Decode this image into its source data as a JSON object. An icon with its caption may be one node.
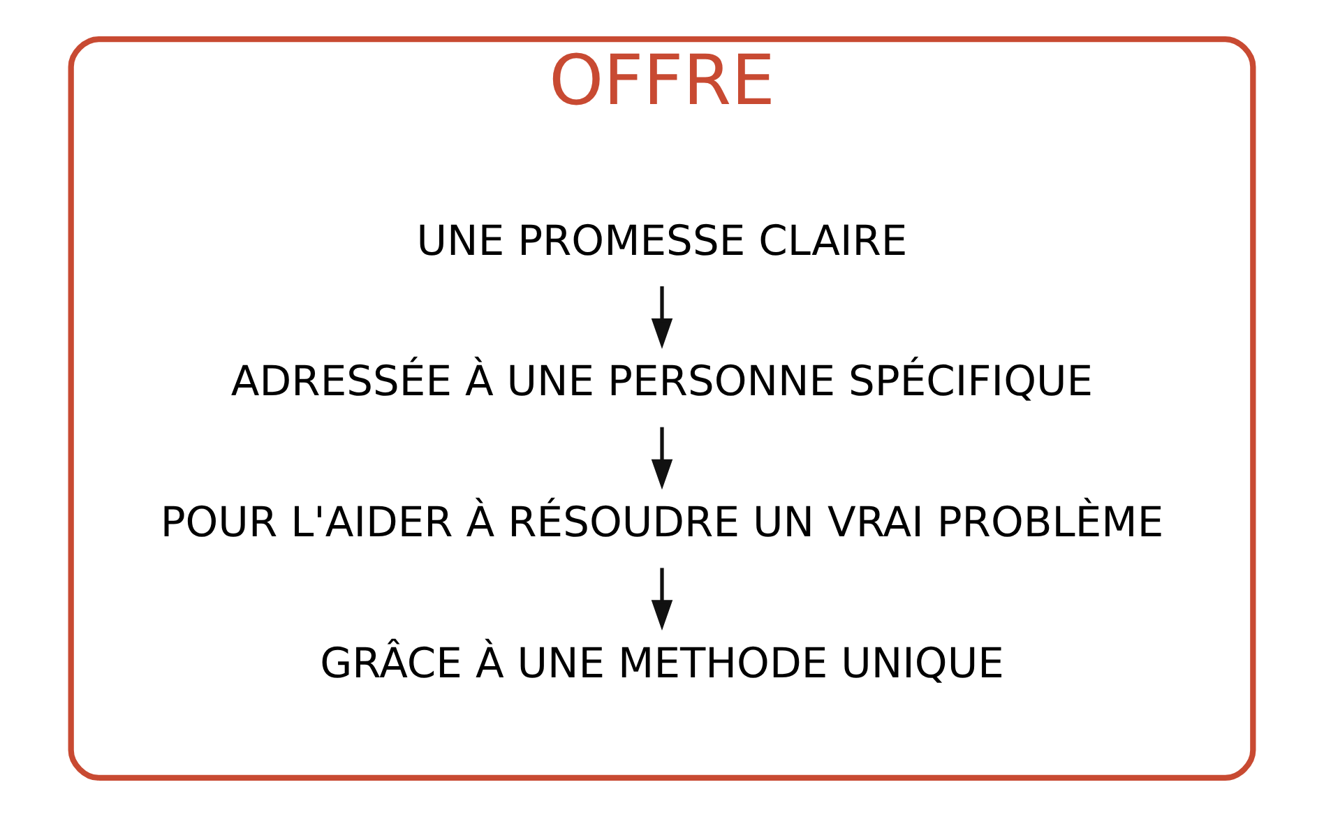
{
  "diagram": {
    "nodes": [
      {
        "text": [
          "OFFRE"
        ]
      },
      {
        "text": [
          "UNE PROMESSE CLAIRE"
        ],
        "in": 0
      },
      {
        "text": [
          "ADRESSÉE À UNE PERSONNE SPÉCIFIQUE"
        ],
        "in": 0
      },
      {
        "text": [
          "POUR L'AIDER À RÉSOUDRE UN VRAI PROBLÈME"
        ],
        "in": 0
      },
      {
        "text": [
          "GRÂCE À UNE METHODE UNIQUE"
        ],
        "in": 0
      }
    ],
    "edges": [
      {
        "from": 1,
        "to": 2,
        "arrow": "to"
      },
      {
        "from": 2,
        "to": 3,
        "arrow": "to"
      },
      {
        "from": 3,
        "to": 4,
        "arrow": "to"
      }
    ]
  }
}
